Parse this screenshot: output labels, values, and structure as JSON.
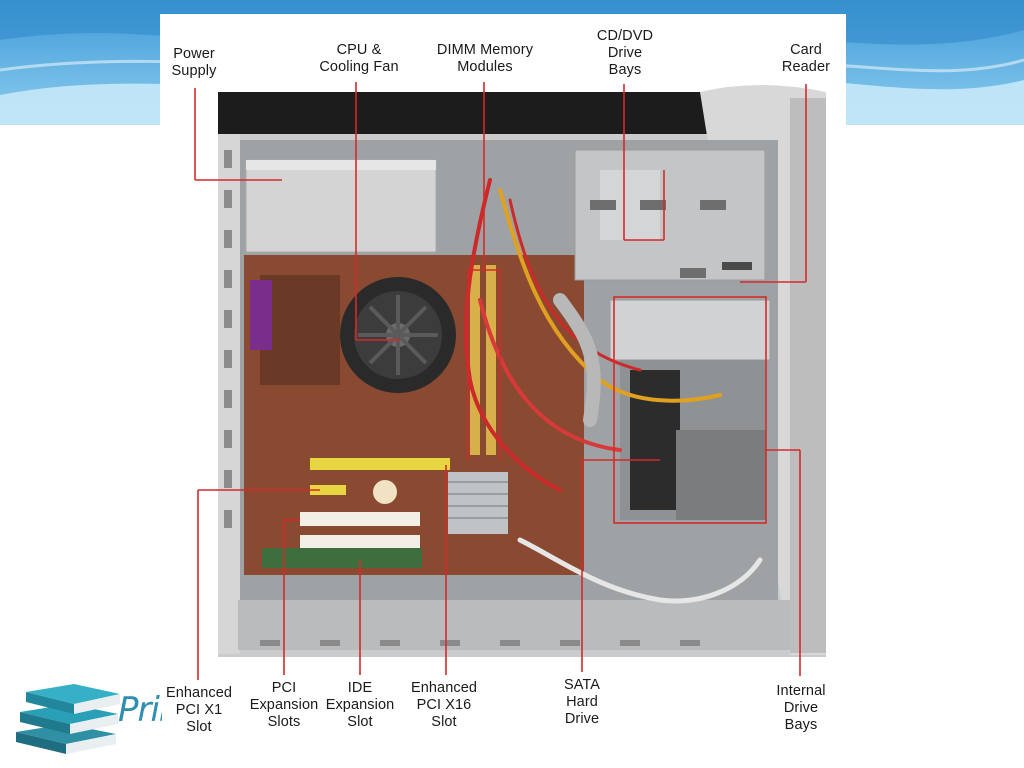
{
  "labels": {
    "power_supply": [
      "Power",
      "Supply"
    ],
    "cpu_fan": [
      "CPU &",
      "Cooling Fan"
    ],
    "dimm": [
      "DIMM Memory",
      "Modules"
    ],
    "cddvd": [
      "CD/DVD",
      "Drive",
      "Bays"
    ],
    "card_reader": [
      "Card",
      "Reader"
    ],
    "pci_x1": [
      "Enhanced",
      "PCI X1",
      "Slot"
    ],
    "pci_slots": [
      "PCI",
      "Expansion",
      "Slots"
    ],
    "ide": [
      "IDE",
      "Expansion",
      "Slot"
    ],
    "pci_x16": [
      "Enhanced",
      "PCI X16",
      "Slot"
    ],
    "sata": [
      "SATA",
      "Hard",
      "Drive"
    ],
    "internal_bays": [
      "Internal",
      "Drive",
      "Bays"
    ]
  },
  "logo": {
    "text": "Prime",
    "icon": "stacked-books-icon"
  },
  "colors": {
    "leader": "#d42a2a",
    "band": "#4aa3d8",
    "logo": "#2f8fb0"
  }
}
